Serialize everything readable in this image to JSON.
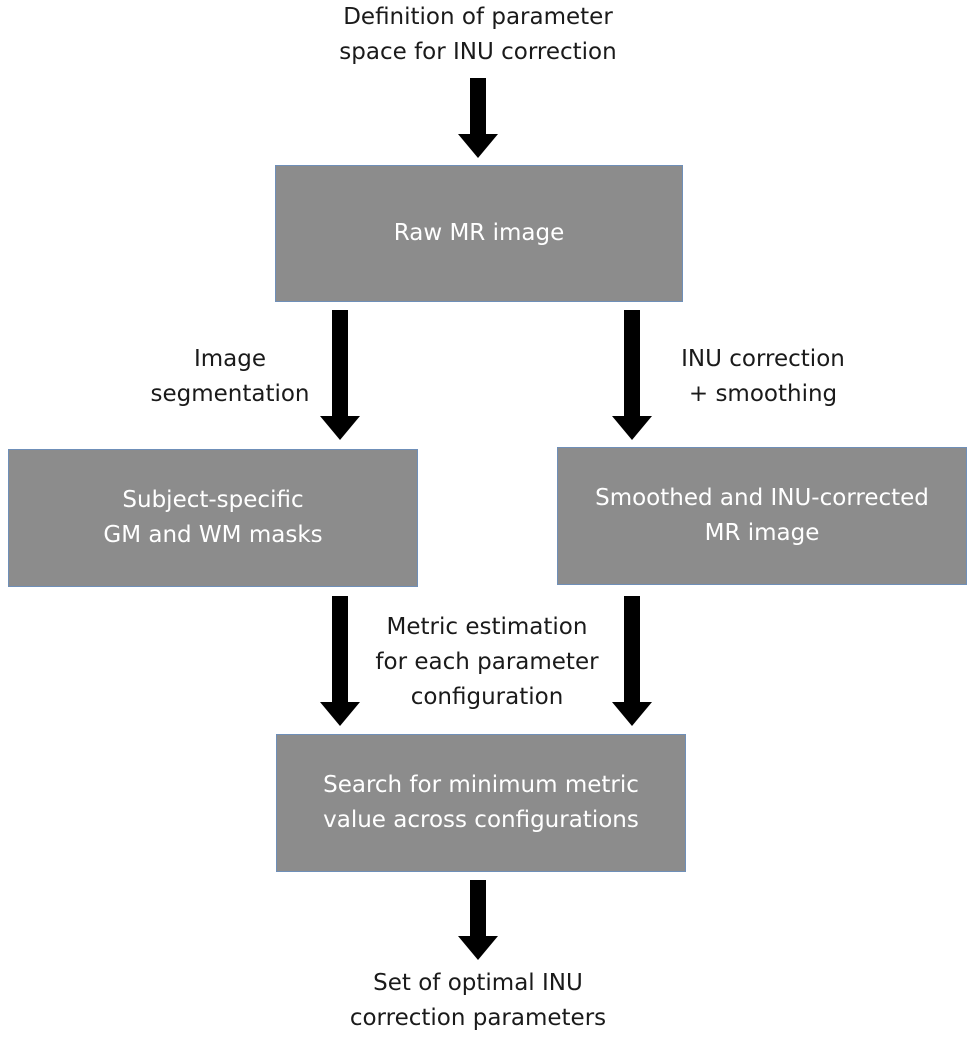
{
  "diagram": {
    "top_label": [
      "Definition of parameter",
      "space for INU correction"
    ],
    "raw_box": [
      "Raw MR image"
    ],
    "seg_label": [
      "Image",
      "segmentation"
    ],
    "inu_label": [
      "INU correction",
      "+ smoothing"
    ],
    "masks_box": [
      "Subject-specific",
      "GM and WM masks"
    ],
    "corrected_box": [
      "Smoothed and INU-corrected",
      "MR image"
    ],
    "metric_label": [
      "Metric estimation",
      "for each parameter",
      "configuration"
    ],
    "search_box": [
      "Search for minimum metric",
      "value across configurations"
    ],
    "bottom_label": [
      "Set of optimal INU",
      "correction parameters"
    ]
  },
  "colors": {
    "box_fill": "#8c8c8c",
    "box_border": "#6f8fb8",
    "box_text": "#ffffff",
    "arrow": "#000000",
    "label_text": "#1a1a1a"
  }
}
